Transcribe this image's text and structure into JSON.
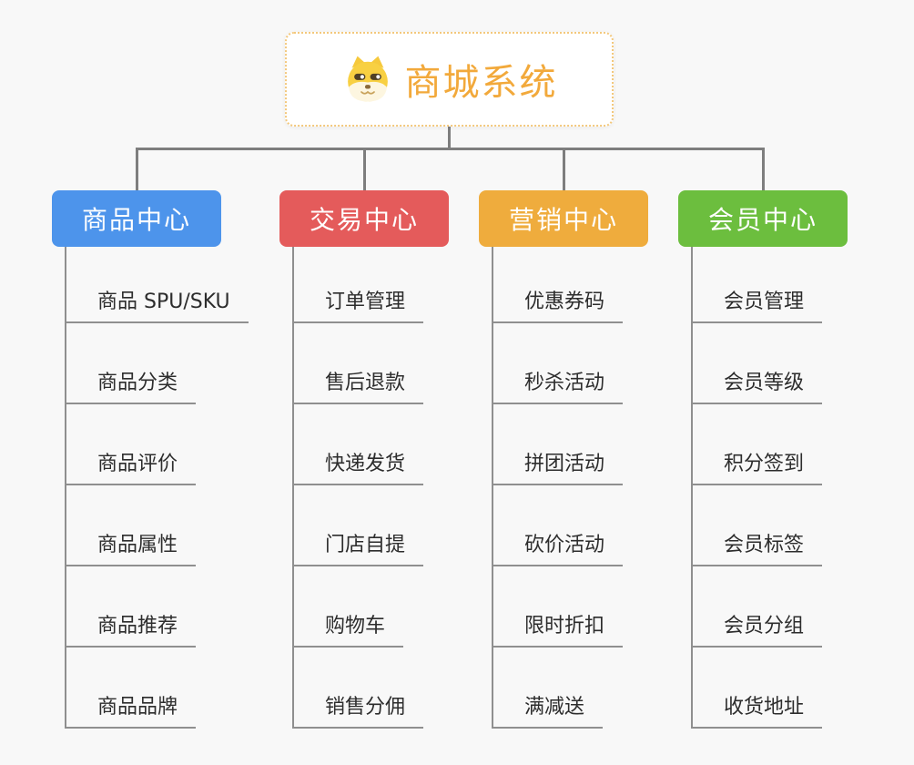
{
  "root": {
    "title": "商城系统",
    "icon": "shiba-dog-icon",
    "text_color": "#f2a93b",
    "border_color": "#f3c87c"
  },
  "colors": {
    "background": "#f8f8f8",
    "connector": "#7e7e7e",
    "item_line": "#8f8f8f",
    "item_text": "#2d2d2d"
  },
  "branches": [
    {
      "label": "商品中心",
      "color": "#4d94eb",
      "items": [
        "商品 SPU/SKU",
        "商品分类",
        "商品评价",
        "商品属性",
        "商品推荐",
        "商品品牌"
      ]
    },
    {
      "label": "交易中心",
      "color": "#e45b5b",
      "items": [
        "订单管理",
        "售后退款",
        "快递发货",
        "门店自提",
        "购物车",
        "销售分佣"
      ]
    },
    {
      "label": "营销中心",
      "color": "#efac3d",
      "items": [
        "优惠券码",
        "秒杀活动",
        "拼团活动",
        "砍价活动",
        "限时折扣",
        "满减送"
      ]
    },
    {
      "label": "会员中心",
      "color": "#6cbe3e",
      "items": [
        "会员管理",
        "会员等级",
        "积分签到",
        "会员标签",
        "会员分组",
        "收货地址"
      ]
    }
  ]
}
